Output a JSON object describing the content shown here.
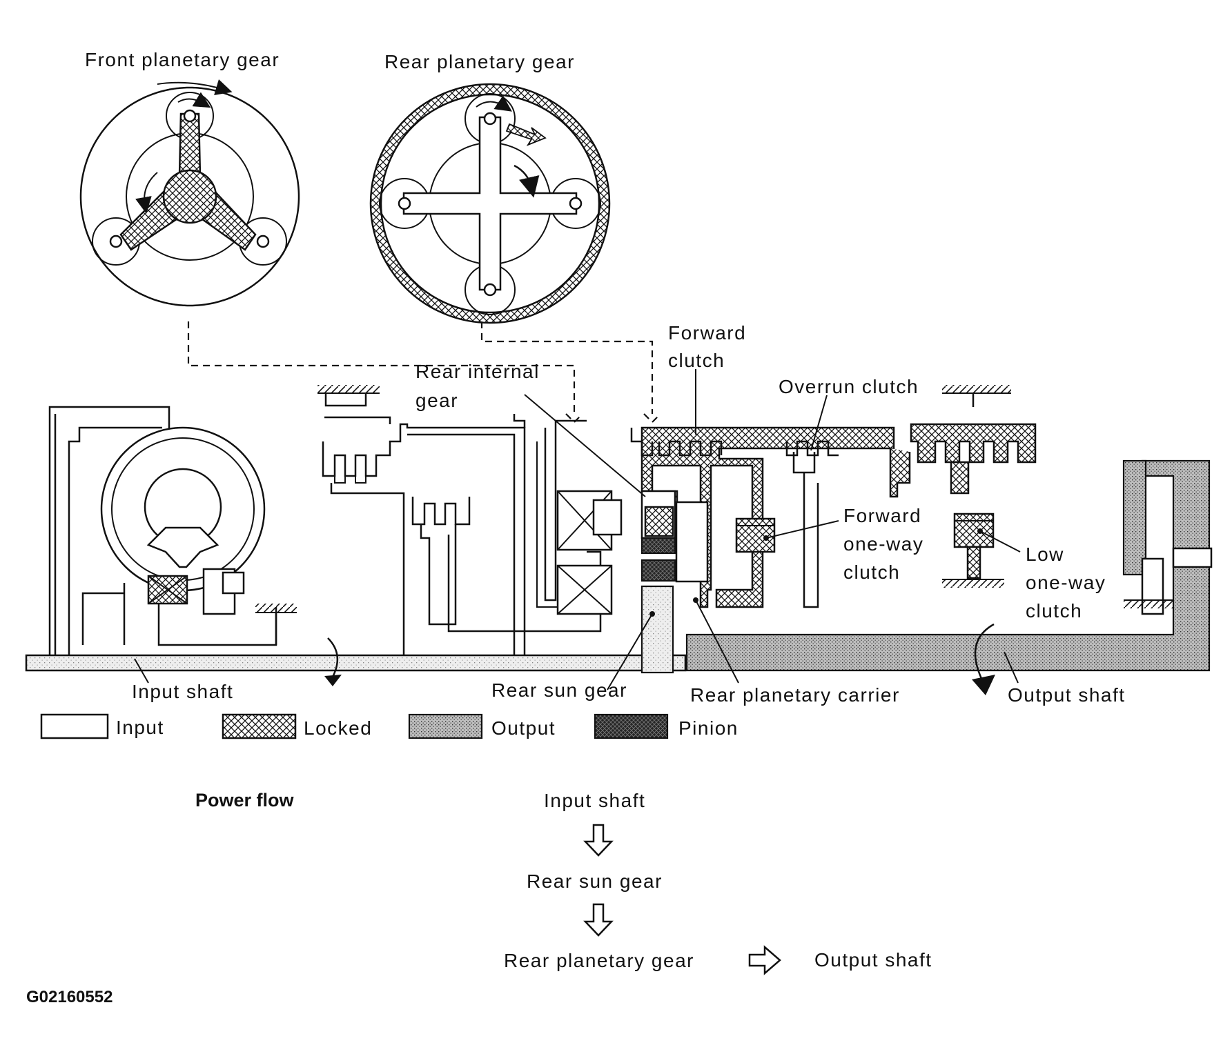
{
  "diagram": {
    "top_gears": {
      "front_title": "Front planetary gear",
      "rear_title": "Rear planetary gear"
    },
    "labels": {
      "forward_clutch_line1": "Forward",
      "forward_clutch_line2": "clutch",
      "rear_internal_gear_line1": "Rear internal",
      "rear_internal_gear_line2": "gear",
      "overrun_clutch": "Overrun clutch",
      "forward_one_way_line1": "Forward",
      "forward_one_way_line2": "one-way",
      "forward_one_way_line3": "clutch",
      "low_one_way_line1": "Low",
      "low_one_way_line2": "one-way",
      "low_one_way_line3": "clutch",
      "input_shaft": "Input shaft",
      "rear_sun_gear": "Rear sun gear",
      "rear_planetary_carrier": "Rear planetary carrier",
      "output_shaft": "Output shaft"
    },
    "legend": [
      {
        "label": "Input",
        "pattern": "plain"
      },
      {
        "label": "Locked",
        "pattern": "crosshatch"
      },
      {
        "label": "Output",
        "pattern": "dotted"
      },
      {
        "label": "Pinion",
        "pattern": "dark"
      }
    ],
    "power_flow": {
      "title": "Power flow",
      "step1": "Input shaft",
      "step2": "Rear sun gear",
      "step3": "Rear planetary gear",
      "step4": "Output shaft"
    },
    "figure_id": "G02160552"
  },
  "colors": {
    "line": "#111111",
    "background": "#ffffff"
  }
}
